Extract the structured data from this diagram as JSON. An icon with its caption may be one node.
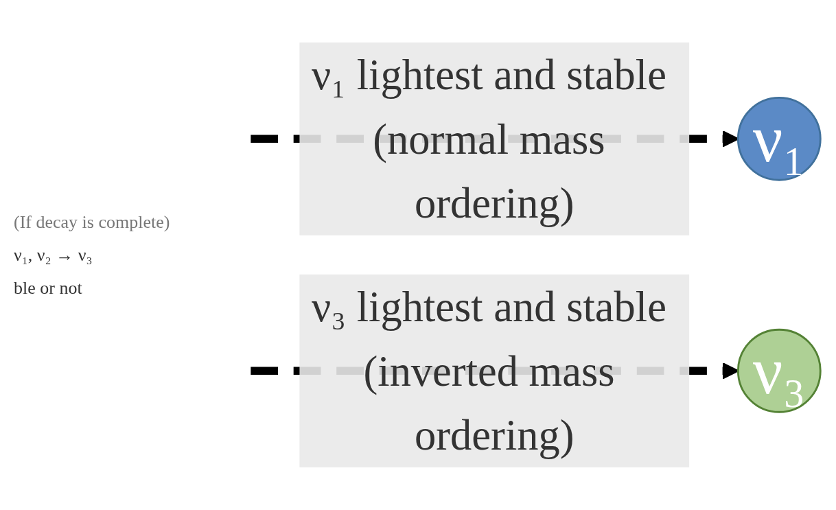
{
  "diagram": {
    "nodes": [
      {
        "text": [
          "ν₁"
        ]
      },
      {
        "text": [
          "ν₃"
        ]
      }
    ],
    "edges": [
      {
        "from": null,
        "to": 0,
        "arrow": "to",
        "style": "dashed",
        "label": "ν₁ lightest and stable (normal mass ordering)"
      },
      {
        "from": null,
        "to": 1,
        "arrow": "to",
        "style": "dashed",
        "label": "ν₃ lightest and stable (inverted mass ordering)"
      }
    ],
    "labels": [
      "(If decay is complete)",
      "ν₁, ν₂ → ν₃",
      "ble or not"
    ]
  }
}
